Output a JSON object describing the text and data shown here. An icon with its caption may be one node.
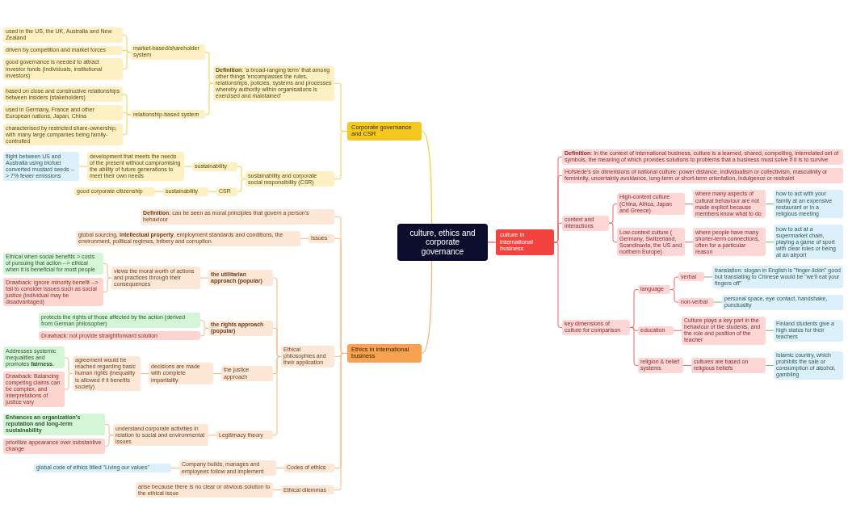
{
  "diagram": {
    "nodes": [
      {
        "text": [
          "culture, ethics and corporate governance"
        ]
      },
      {
        "text": [
          "Corporate governance and CSR"
        ]
      },
      {
        "text": [
          "**Definition**: 'a broad-ranging term' that among other things 'encompasses the rules, relationships, policies, systems and processes whereby authority within organisations is exercised and maintained'"
        ]
      },
      {
        "text": [
          "market-based/shareholder system"
        ]
      },
      {
        "text": [
          "used in the US, the UK, Australia and New Zealand"
        ]
      },
      {
        "text": [
          "driven by competition and market forces"
        ]
      },
      {
        "text": [
          "good governance is needed to attract investor funds (individuals, institutional investors)"
        ]
      },
      {
        "text": [
          "relationship-based system"
        ]
      },
      {
        "text": [
          "based on close and constructive relationships between insiders (stakeholders)"
        ]
      },
      {
        "text": [
          "used in Germany, France and other European nations, Japan, China"
        ]
      },
      {
        "text": [
          "characterised by restricted share-ownership, with many large companies being family-controlled"
        ]
      },
      {
        "text": [
          "sustainability and corporate social responsibility (CSR)"
        ]
      },
      {
        "text": [
          "sustainability"
        ]
      },
      {
        "text": [
          "development that meets the needs of the present without compromising the ability of future generations to meet their own needs"
        ]
      },
      {
        "text": [
          "flight between US and Australia using biofuel converted mustard seeds --> 7% fewer emissions"
        ]
      },
      {
        "text": [
          "CSR"
        ]
      },
      {
        "text": [
          "sustainability"
        ]
      },
      {
        "text": [
          "good corporate citizenship"
        ]
      },
      {
        "text": [
          "Ethics in international business"
        ]
      },
      {
        "text": [
          "**Definition**: can be seen as moral principles that govern a person's behaviour"
        ]
      },
      {
        "text": [
          "Issues"
        ]
      },
      {
        "text": [
          "global sourcing, **intellectual property**, employment standards and conditions, the environment, political regimes, bribery and corruption."
        ]
      },
      {
        "text": [
          "Ethical philosophies and their application"
        ]
      },
      {
        "text": [
          "the utilitarian approach (popular)"
        ]
      },
      {
        "text": [
          "views the moral worth of actions and practices through their consequences"
        ]
      },
      {
        "text": [
          "Ethical when social benefits > costs of pursuing that action --> ethical when it is beneficial for most people"
        ]
      },
      {
        "text": [
          "Drawback: ignore minority benefit --> fail to consider issues such as social justice (individual may be disadvantaged)"
        ]
      },
      {
        "text": [
          "the rights approach (popular)"
        ]
      },
      {
        "text": [
          "protects the rights of those affected by the action (derived from German philosopher)"
        ]
      },
      {
        "text": [
          "Drawback: not provide straightforward solution"
        ]
      },
      {
        "text": [
          "the justice approach"
        ]
      },
      {
        "text": [
          "decisions are made with complete impartiality"
        ]
      },
      {
        "text": [
          "agreement would be reached regarding basic human rights (inequality is allowed if it benefits society)"
        ]
      },
      {
        "text": [
          "Addresses systemic inequalities and promotes **fairness.**"
        ]
      },
      {
        "text": [
          "Drawback: Balancing competing claims can be complex, and interpretations of justice vary"
        ]
      },
      {
        "text": [
          "Legitimacy theory"
        ]
      },
      {
        "text": [
          "understand corporate activities in relation to social and environmental issues"
        ]
      },
      {
        "text": [
          "Enhances an organization's reputation and long-term sustainability"
        ]
      },
      {
        "text": [
          "prioritize appearance over substantive change"
        ]
      },
      {
        "text": [
          "Codes of ethics"
        ]
      },
      {
        "text": [
          "Company builds, manages and employees follow and implement"
        ]
      },
      {
        "text": [
          "global code of ethics titled \"Living our values\""
        ]
      },
      {
        "text": [
          "Ethical dilemmas"
        ]
      },
      {
        "text": [
          "arise because there is no clear or obvious solution to the ethical issue"
        ]
      },
      {
        "text": [
          "culture in international business"
        ]
      },
      {
        "text": [
          "**Definition**: In the context of international business, culture is a learned, shared, compelling, interrelated set of symbols, the meaning of which provides solutions to problems that a business must solve if it is to survive"
        ]
      },
      {
        "text": [
          "Hofstede's six dimensions of national culture: power distance, individualism or collectivism, masculinity or femininity, uncertainty avoidance, long-term or short-term orientation, indulgence or restraint"
        ]
      },
      {
        "text": [
          "context and interactions"
        ]
      },
      {
        "text": [
          "High-context culture (China, Africa, Japan and Greece)"
        ]
      },
      {
        "text": [
          "where many aspects of cultural behaviour are not made explicit because members know what to do"
        ]
      },
      {
        "text": [
          "how to act with your family at an expensive restaurant or in a religious meeting"
        ]
      },
      {
        "text": [
          "Low-context culture ( Germany, Switzerland, Scandinavia, the US and northern Europe)"
        ]
      },
      {
        "text": [
          "where people have many shorter-term connections, often for a particular reason"
        ]
      },
      {
        "text": [
          "how to act at a supermarket chain, playing a game of sport with clear rules or being at an airport"
        ]
      },
      {
        "text": [
          "key dimensions of culture for comparison"
        ]
      },
      {
        "text": [
          "language"
        ]
      },
      {
        "text": [
          "verbal"
        ]
      },
      {
        "text": [
          "translation: slogan in English is \"finger-lickin\" good but translating to Chinese would be \"we'll eat your fingers off\""
        ]
      },
      {
        "text": [
          "non-verbal"
        ]
      },
      {
        "text": [
          "personal space, eye contact, handshake, punctuality"
        ]
      },
      {
        "text": [
          "education"
        ]
      },
      {
        "text": [
          "Culture plays a key part in the behaviour of the students, and the role and position of the teacher"
        ]
      },
      {
        "text": [
          "Finland students give a high status for their teachers"
        ]
      },
      {
        "text": [
          "religion & belief systems"
        ]
      },
      {
        "text": [
          "cultures are based on religious beliefs"
        ]
      },
      {
        "text": [
          "Islamic country, which prohibits the sale or consumption of alcohol, gambling"
        ]
      }
    ],
    "edges": [
      {
        "from": 0,
        "to": 1,
        "arrow": "none",
        "color": "#f2d046"
      },
      {
        "from": 1,
        "to": 2,
        "arrow": "none",
        "color": "#f2d046"
      },
      {
        "from": 2,
        "to": 3,
        "arrow": "none",
        "color": "#f2d046"
      },
      {
        "from": 3,
        "to": 4,
        "arrow": "none",
        "color": "#f2d046"
      },
      {
        "from": 3,
        "to": 5,
        "arrow": "none",
        "color": "#f2d046"
      },
      {
        "from": 3,
        "to": 6,
        "arrow": "none",
        "color": "#f2d046"
      },
      {
        "from": 2,
        "to": 7,
        "arrow": "none",
        "color": "#f2d046"
      },
      {
        "from": 7,
        "to": 8,
        "arrow": "none",
        "color": "#f2d046"
      },
      {
        "from": 7,
        "to": 9,
        "arrow": "none",
        "color": "#f2d046"
      },
      {
        "from": 7,
        "to": 10,
        "arrow": "none",
        "color": "#f2d046"
      },
      {
        "from": 1,
        "to": 11,
        "arrow": "none",
        "color": "#f2d046"
      },
      {
        "from": 11,
        "to": 12,
        "arrow": "none",
        "color": "#f2d046"
      },
      {
        "from": 12,
        "to": 13,
        "arrow": "none",
        "color": "#f2d046"
      },
      {
        "from": 13,
        "to": 14,
        "arrow": "none",
        "color": "#f2d046"
      },
      {
        "from": 11,
        "to": 15,
        "arrow": "none",
        "color": "#f2d046"
      },
      {
        "from": 15,
        "to": 16,
        "arrow": "none",
        "color": "#f2d046"
      },
      {
        "from": 16,
        "to": 17,
        "arrow": "none",
        "color": "#f2d046"
      },
      {
        "from": 0,
        "to": 18,
        "arrow": "none"
      },
      {
        "from": 18,
        "to": 19,
        "arrow": "none"
      },
      {
        "from": 18,
        "to": 20,
        "arrow": "none"
      },
      {
        "from": 20,
        "to": 21,
        "arrow": "none"
      },
      {
        "from": 18,
        "to": 22,
        "arrow": "none"
      },
      {
        "from": 22,
        "to": 23,
        "arrow": "none"
      },
      {
        "from": 23,
        "to": 24,
        "arrow": "none"
      },
      {
        "from": 24,
        "to": 25,
        "arrow": "none"
      },
      {
        "from": 24,
        "to": 26,
        "arrow": "none"
      },
      {
        "from": 22,
        "to": 27,
        "arrow": "none"
      },
      {
        "from": 27,
        "to": 28,
        "arrow": "none"
      },
      {
        "from": 27,
        "to": 29,
        "arrow": "none"
      },
      {
        "from": 22,
        "to": 30,
        "arrow": "none"
      },
      {
        "from": 30,
        "to": 31,
        "arrow": "none"
      },
      {
        "from": 31,
        "to": 32,
        "arrow": "none"
      },
      {
        "from": 32,
        "to": 33,
        "arrow": "none"
      },
      {
        "from": 32,
        "to": 34,
        "arrow": "none"
      },
      {
        "from": 22,
        "to": 35,
        "arrow": "none"
      },
      {
        "from": 35,
        "to": 36,
        "arrow": "none"
      },
      {
        "from": 36,
        "to": 37,
        "arrow": "none"
      },
      {
        "from": 36,
        "to": 38,
        "arrow": "none"
      },
      {
        "from": 18,
        "to": 39,
        "arrow": "none"
      },
      {
        "from": 39,
        "to": 40,
        "arrow": "none"
      },
      {
        "from": 40,
        "to": 41,
        "arrow": "none"
      },
      {
        "from": 18,
        "to": 42,
        "arrow": "none"
      },
      {
        "from": 42,
        "to": 43,
        "arrow": "none"
      },
      {
        "from": 0,
        "to": 44,
        "arrow": "none",
        "color": "#f06462"
      },
      {
        "from": 44,
        "to": 45,
        "arrow": "none",
        "color": "#f06462"
      },
      {
        "from": 44,
        "to": 46,
        "arrow": "none",
        "color": "#f06462"
      },
      {
        "from": 44,
        "to": 47,
        "arrow": "none",
        "color": "#f06462"
      },
      {
        "from": 47,
        "to": 48,
        "arrow": "none",
        "color": "#f06462"
      },
      {
        "from": 48,
        "to": 49,
        "arrow": "none",
        "color": "#f06462"
      },
      {
        "from": 49,
        "to": 50,
        "arrow": "none",
        "color": "#5cc46c"
      },
      {
        "from": 47,
        "to": 51,
        "arrow": "none",
        "color": "#f06462"
      },
      {
        "from": 51,
        "to": 52,
        "arrow": "none",
        "color": "#f06462"
      },
      {
        "from": 52,
        "to": 53,
        "arrow": "none",
        "color": "#5cc46c"
      },
      {
        "from": 44,
        "to": 54,
        "arrow": "none",
        "color": "#f06462"
      },
      {
        "from": 54,
        "to": 55,
        "arrow": "none",
        "color": "#f06462"
      },
      {
        "from": 55,
        "to": 56,
        "arrow": "none",
        "color": "#f06462"
      },
      {
        "from": 56,
        "to": 57,
        "arrow": "none",
        "color": "#5cc46c"
      },
      {
        "from": 55,
        "to": 58,
        "arrow": "none",
        "color": "#f06462"
      },
      {
        "from": 58,
        "to": 59,
        "arrow": "none",
        "color": "#5cc46c"
      },
      {
        "from": 54,
        "to": 60,
        "arrow": "none",
        "color": "#f06462"
      },
      {
        "from": 60,
        "to": 61,
        "arrow": "none",
        "color": "#f06462"
      },
      {
        "from": 61,
        "to": 62,
        "arrow": "none",
        "color": "#5cc46c"
      },
      {
        "from": 54,
        "to": 63,
        "arrow": "none",
        "color": "#f06462"
      },
      {
        "from": 63,
        "to": 64,
        "arrow": "none",
        "color": "#f06462"
      },
      {
        "from": 64,
        "to": 65,
        "arrow": "none",
        "color": "#5cc46c"
      }
    ]
  }
}
